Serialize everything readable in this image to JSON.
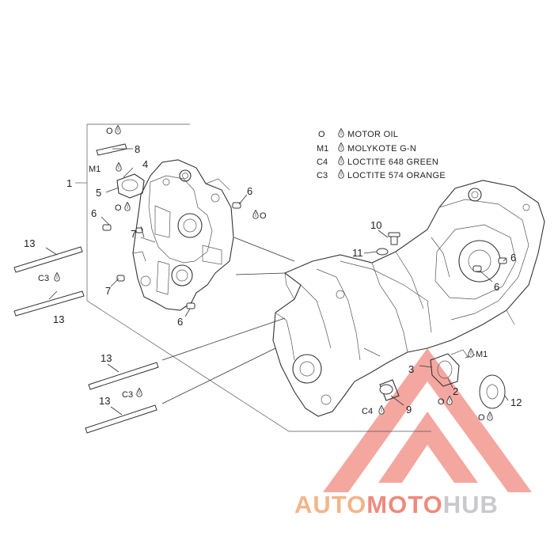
{
  "legend": [
    {
      "code": "O",
      "text": "MOTOR OIL"
    },
    {
      "code": "M1",
      "text": "MOLYKOTE G-N"
    },
    {
      "code": "C4",
      "text": "LOCTITE 648 GREEN"
    },
    {
      "code": "C3",
      "text": "LOCTITE 574 ORANGE"
    }
  ],
  "callouts": {
    "c1": "1",
    "c2": "2",
    "c3": "3",
    "c4": "4",
    "c5": "5",
    "c6a": "6",
    "c6b": "6",
    "c6c": "6",
    "c6d": "6",
    "c6e": "6",
    "c7a": "7",
    "c7b": "7",
    "c8": "8",
    "c9": "9",
    "c10": "10",
    "c11": "11",
    "c12": "12",
    "c13a": "13",
    "c13b": "13",
    "c13c": "13",
    "c13d": "13"
  },
  "symbols": {
    "m1_a": "M1",
    "m1_b": "M1",
    "c3_a": "C3",
    "c3_b": "C3",
    "c4_a": "C4",
    "o_a": "O",
    "o_b": "O",
    "o_c": "O",
    "o_d": "O",
    "o_e": "O"
  },
  "watermark": {
    "part1": "AUTO",
    "part2": "MOTO",
    "part3": "HUB"
  },
  "colors": {
    "watermark_orange": "#f2b58a",
    "watermark_red": "#ee8a7e",
    "watermark_grey": "#c9c9cd"
  }
}
